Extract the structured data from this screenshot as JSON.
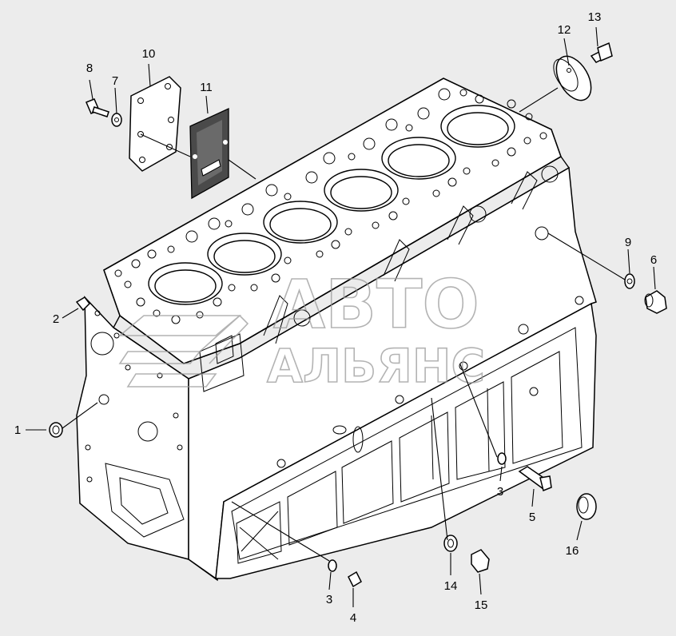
{
  "watermark": {
    "line1": "АВТО",
    "line2": "АЛЬЯНС"
  },
  "callouts": [
    {
      "id": "c1",
      "label": "1"
    },
    {
      "id": "c2",
      "label": "2"
    },
    {
      "id": "c3a",
      "label": "3"
    },
    {
      "id": "c3b",
      "label": "3"
    },
    {
      "id": "c4",
      "label": "4"
    },
    {
      "id": "c5",
      "label": "5"
    },
    {
      "id": "c6",
      "label": "6"
    },
    {
      "id": "c7",
      "label": "7"
    },
    {
      "id": "c8",
      "label": "8"
    },
    {
      "id": "c9",
      "label": "9"
    },
    {
      "id": "c10",
      "label": "10"
    },
    {
      "id": "c11",
      "label": "11"
    },
    {
      "id": "c12",
      "label": "12"
    },
    {
      "id": "c13",
      "label": "13"
    },
    {
      "id": "c14",
      "label": "14"
    },
    {
      "id": "c15",
      "label": "15"
    },
    {
      "id": "c16",
      "label": "16"
    }
  ]
}
